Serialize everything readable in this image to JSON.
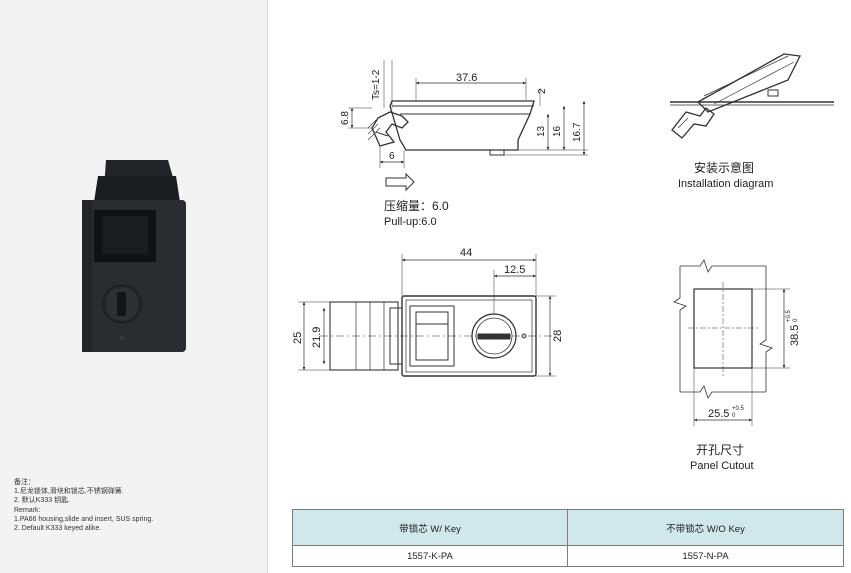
{
  "notes": {
    "title": "备注：",
    "lines": [
      "1.尼龙锁体,滑块和锁芯,不锈钢弹簧.",
      "2. 默认K333 钥匙.",
      "Remark:",
      "1.PA66 housing,slide and insert, SUS spring.",
      "2. Default K333 keyed alike."
    ]
  },
  "side_view": {
    "dims": {
      "ts": "Ts=1-2",
      "width": "37.6",
      "lip": "2",
      "left_h": "6.8",
      "h13": "13",
      "h16": "16",
      "h167": "16.7",
      "bottom": "6"
    },
    "pull_cn": "压缩量：6.0",
    "pull_en": "Pull-up:6.0"
  },
  "install": {
    "label_cn": "安装示意图",
    "label_en": "Installation diagram"
  },
  "top_view": {
    "dims": {
      "overall": "44",
      "offset": "12.5",
      "h25": "25",
      "h219": "21.9",
      "h28": "28"
    }
  },
  "cutout": {
    "height": "38.5",
    "height_tol": "+0.5",
    "height_tol2": "0",
    "width": "25.5",
    "width_tol": "+0.5",
    "width_tol2": "0",
    "label_cn": "开孔尺寸",
    "label_en": "Panel Cutout"
  },
  "table": {
    "headers": [
      "带锁芯 W/ Key",
      "不带锁芯 W/O Key"
    ],
    "rows": [
      [
        "1557-K-PA",
        "1557-N-PA"
      ]
    ]
  },
  "colors": {
    "left_panel": "#f3f3f4",
    "table_header": "#d1e8eb",
    "product": "#2b2c2f"
  }
}
